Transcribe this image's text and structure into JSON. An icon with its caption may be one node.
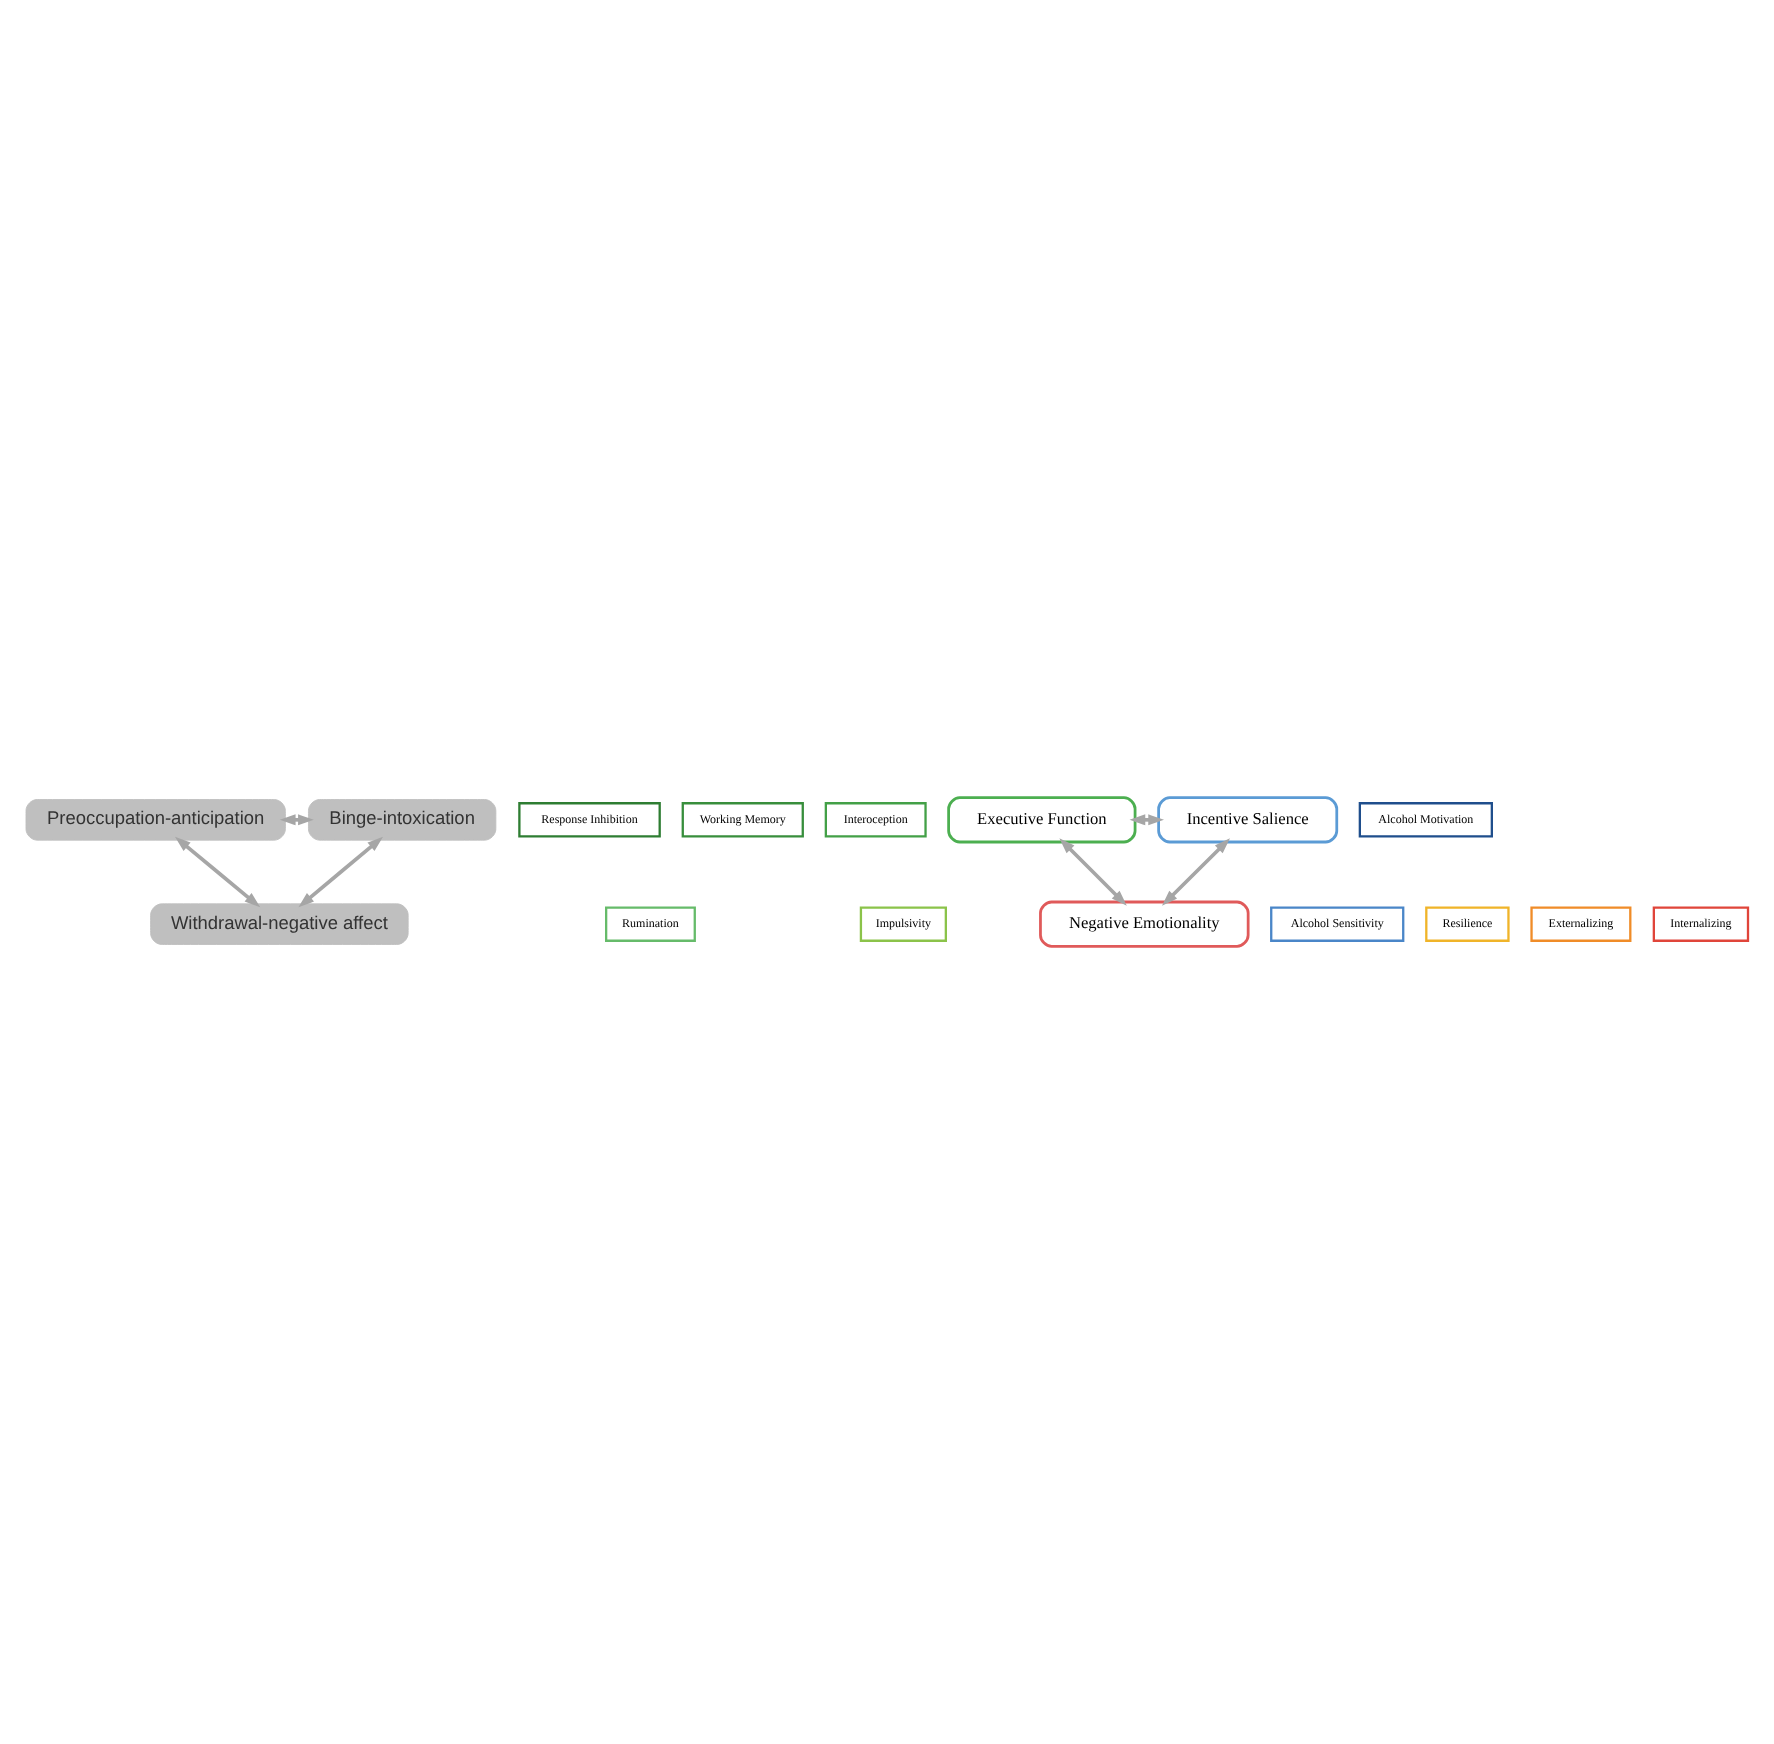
{
  "diagram": {
    "nodes": [
      {
        "text": [
          "Preoccupation-anticipation"
        ]
      },
      {
        "text": [
          "Binge-intoxication"
        ]
      },
      {
        "text": [
          "Response Inhibition"
        ]
      },
      {
        "text": [
          "Working Memory"
        ]
      },
      {
        "text": [
          "Interoception"
        ]
      },
      {
        "text": [
          "Rumination"
        ]
      },
      {
        "text": [
          "Impulsivity"
        ]
      },
      {
        "text": [
          "Executive Function"
        ]
      },
      {
        "text": [
          "Alcohol Motivation"
        ]
      },
      {
        "text": [
          "Incentive Salience"
        ]
      },
      {
        "text": [
          "Alcohol Sensitivity"
        ]
      },
      {
        "text": [
          "Negative Emotionality"
        ]
      },
      {
        "text": [
          "Resilience"
        ]
      },
      {
        "text": [
          "Externalizing"
        ]
      },
      {
        "text": [
          "Internalizing"
        ]
      },
      {
        "text": [
          "Withdrawal-negative affect"
        ]
      }
    ],
    "edges": [
      {
        "from": 0,
        "to": 1,
        "arrow": "both"
      },
      {
        "from": 7,
        "to": 9,
        "arrow": "both"
      },
      {
        "from": 7,
        "to": 11,
        "arrow": "both"
      },
      {
        "from": 9,
        "to": 11,
        "arrow": "both"
      },
      {
        "from": 0,
        "to": 15,
        "arrow": "both"
      },
      {
        "from": 1,
        "to": 15,
        "arrow": "both"
      }
    ]
  }
}
